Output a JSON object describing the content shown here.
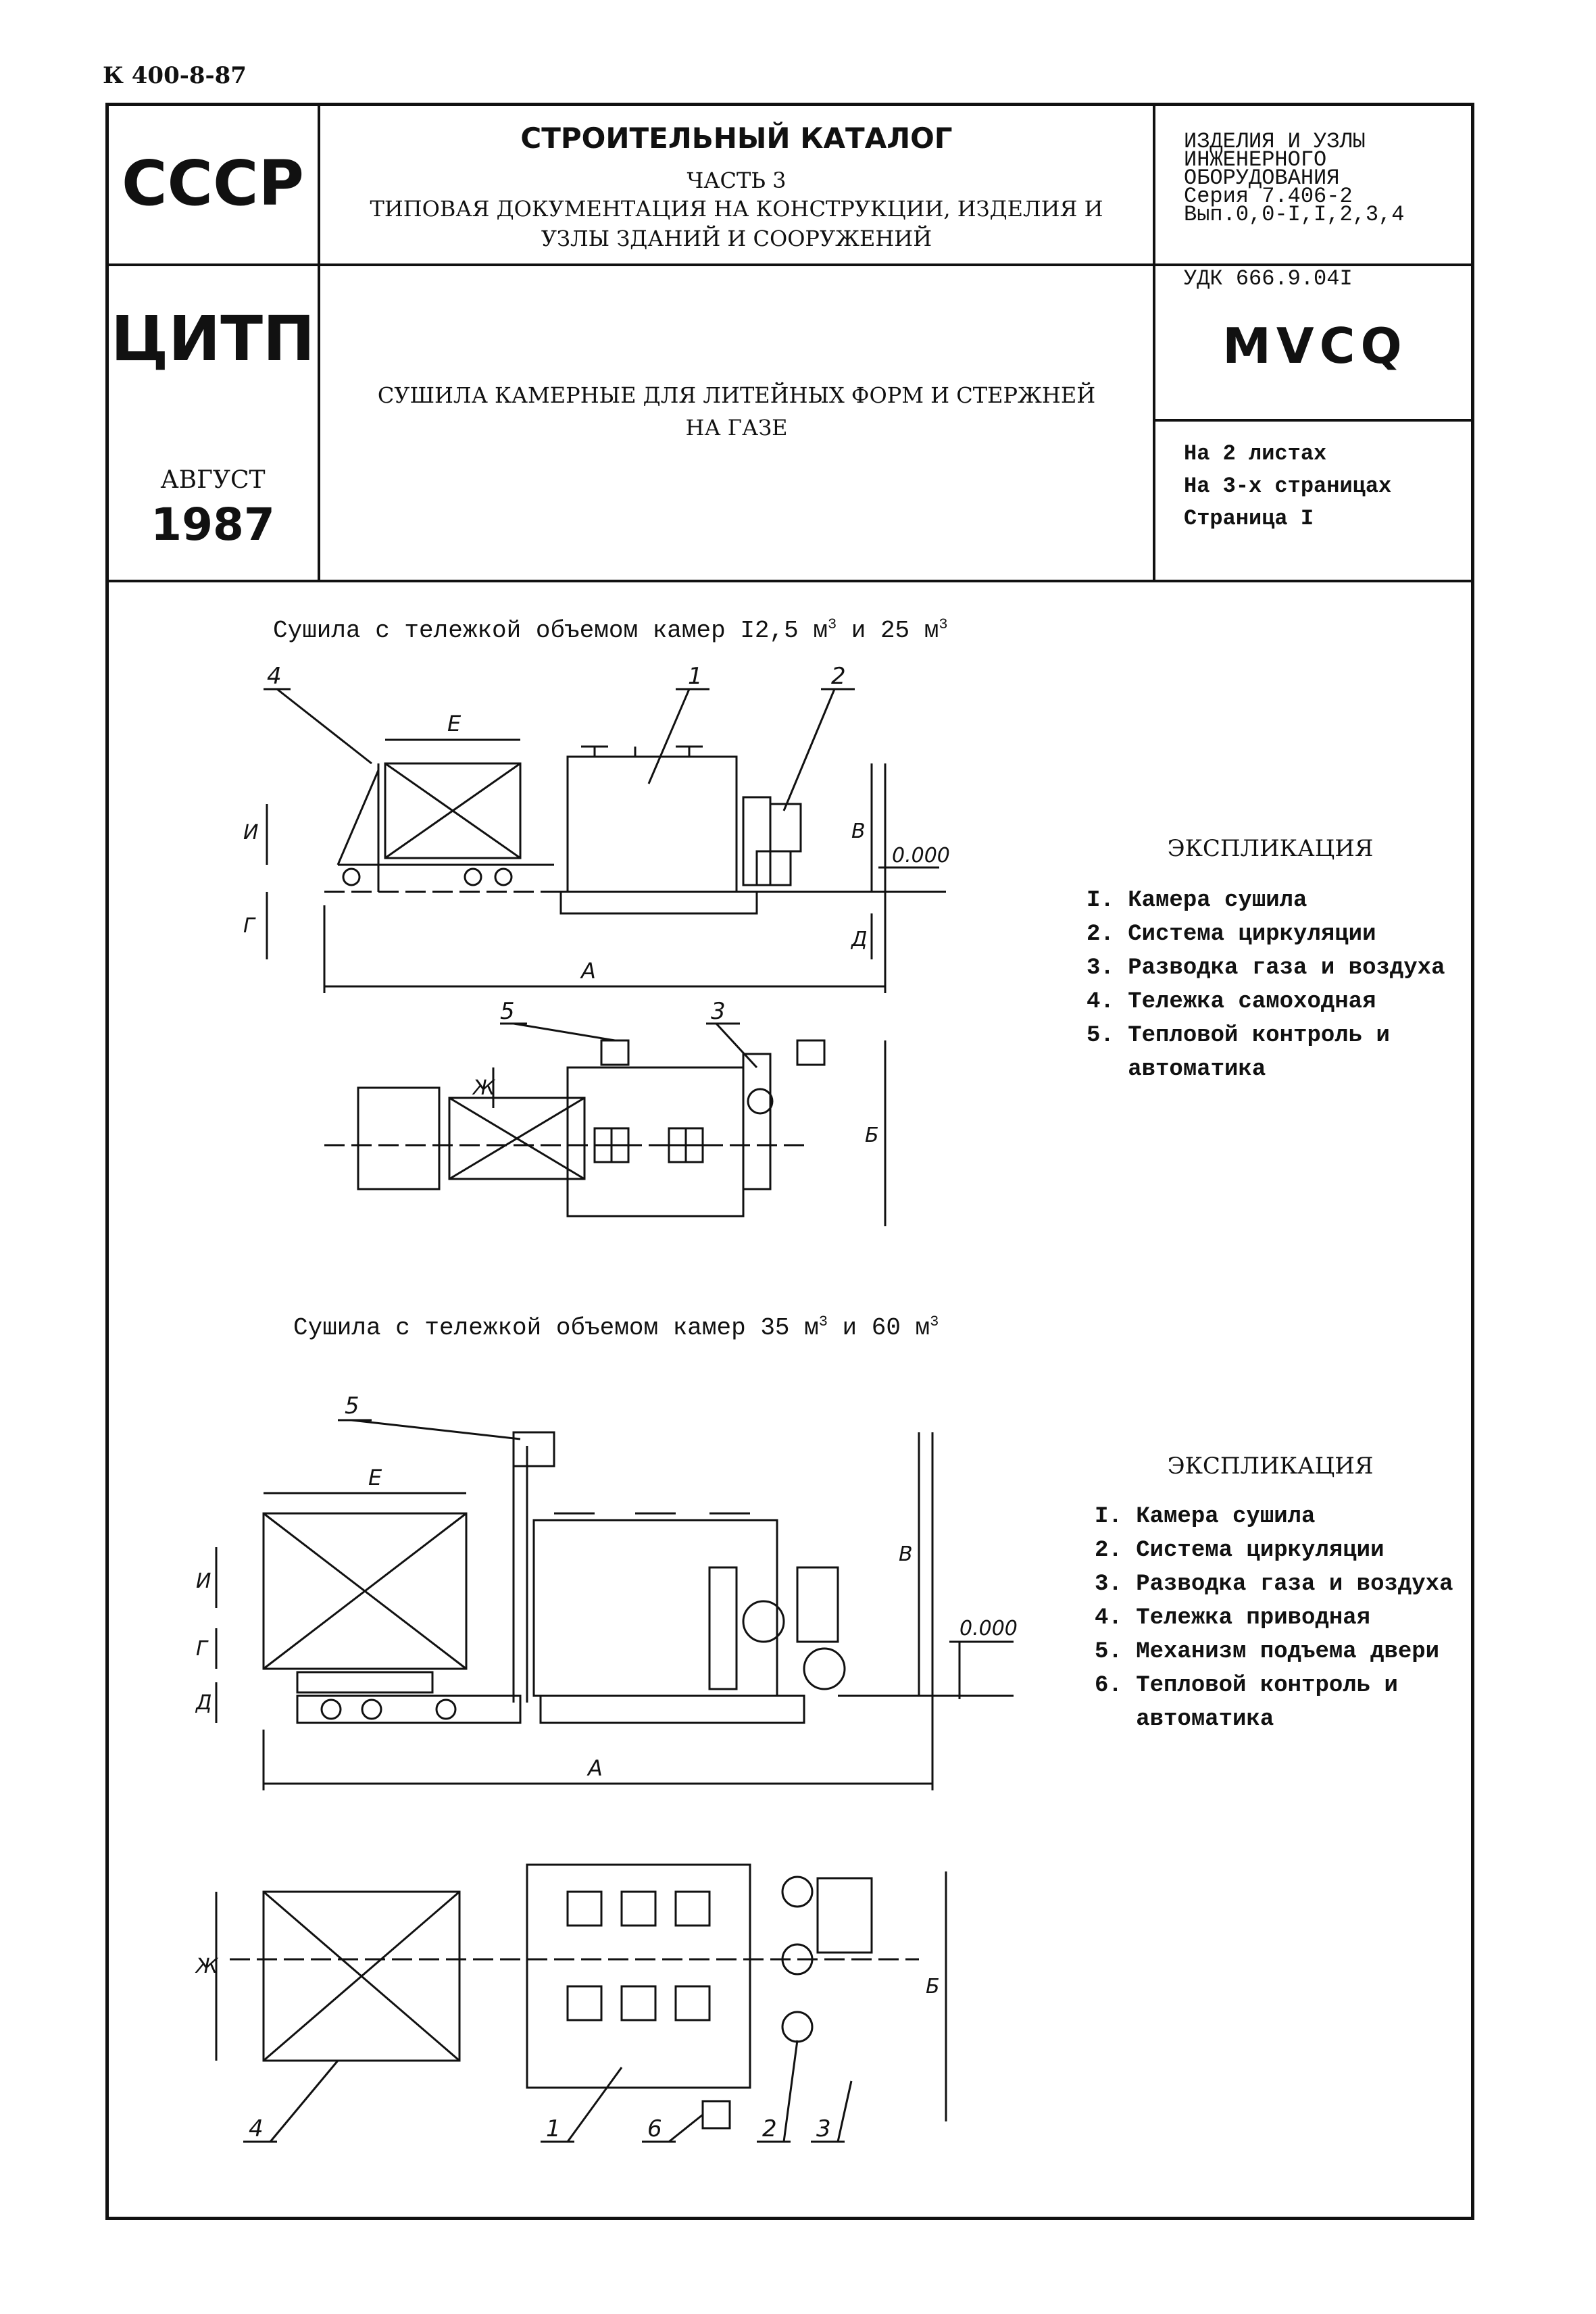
{
  "doc_code": "К 400-8-87",
  "header": {
    "org1": "СССР",
    "org2": "ЦИТП",
    "month": "АВГУСТ",
    "year": "1987",
    "catalog_title": "СТРОИТЕЛЬНЫЙ КАТАЛОГ",
    "part": "ЧАСТЬ 3",
    "part_desc_line1": "ТИПОВАЯ ДОКУМЕНТАЦИЯ НА КОНСТРУКЦИИ, ИЗДЕЛИЯ И",
    "part_desc_line2": "УЗЛЫ ЗДАНИЙ И СООРУЖЕНИЙ",
    "doc_title_line1": "СУШИЛА КАМЕРНЫЕ ДЛЯ ЛИТЕЙНЫХ ФОРМ И СТЕРЖНЕЙ",
    "doc_title_line2": "НА ГАЗЕ",
    "category_line1": "ИЗДЕЛИЯ И УЗЛЫ",
    "category_line2": "ИНЖЕНЕРНОГО",
    "category_line3": "ОБОРУДОВАНИЯ",
    "series": "Серия 7.406-2",
    "issue": "Вып.0,0-I,I,2,3,4",
    "udk": "УДК 666.9.04I",
    "code_id": "MVCQ",
    "sheets": "На 2 листах",
    "pages": "На 3-х страницах",
    "page": "Страница I"
  },
  "section1": {
    "caption_text": "Сушила с тележкой объемом камер I2,5 м",
    "caption_mid": " и 25 м",
    "sup": "3",
    "level": "0.000",
    "explication_title": "ЭКСПЛИКАЦИЯ",
    "items": [
      "I. Камера сушила",
      "2. Система циркуляции",
      "3. Разводка газа и воздуха",
      "4. Тележка самоходная",
      "5. Тепловой контроль и",
      "   автоматика"
    ],
    "labels": {
      "n1": "1",
      "n2": "2",
      "n3": "3",
      "n4": "4",
      "n5": "5",
      "A": "А",
      "B": "Б",
      "V": "В",
      "G": "Г",
      "D": "Д",
      "E": "Е",
      "Zh": "Ж",
      "I": "И"
    }
  },
  "section2": {
    "caption_text": "Сушила с тележкой объемом камер 35 м",
    "caption_mid": " и 60 м",
    "sup": "3",
    "level": "0.000",
    "explication_title": "ЭКСПЛИКАЦИЯ",
    "items": [
      "I. Камера сушила",
      "2. Система циркуляции",
      "3. Разводка газа и воздуха",
      "4. Тележка приводная",
      "5. Механизм подъема двери",
      "6. Тепловой контроль и",
      "   автоматика"
    ],
    "labels": {
      "n1": "1",
      "n2": "2",
      "n3": "3",
      "n4": "4",
      "n5": "5",
      "n6": "6",
      "A": "А",
      "B": "Б",
      "V": "В",
      "G": "Г",
      "D": "Д",
      "E": "Е",
      "Zh": "Ж",
      "I": "И"
    }
  }
}
